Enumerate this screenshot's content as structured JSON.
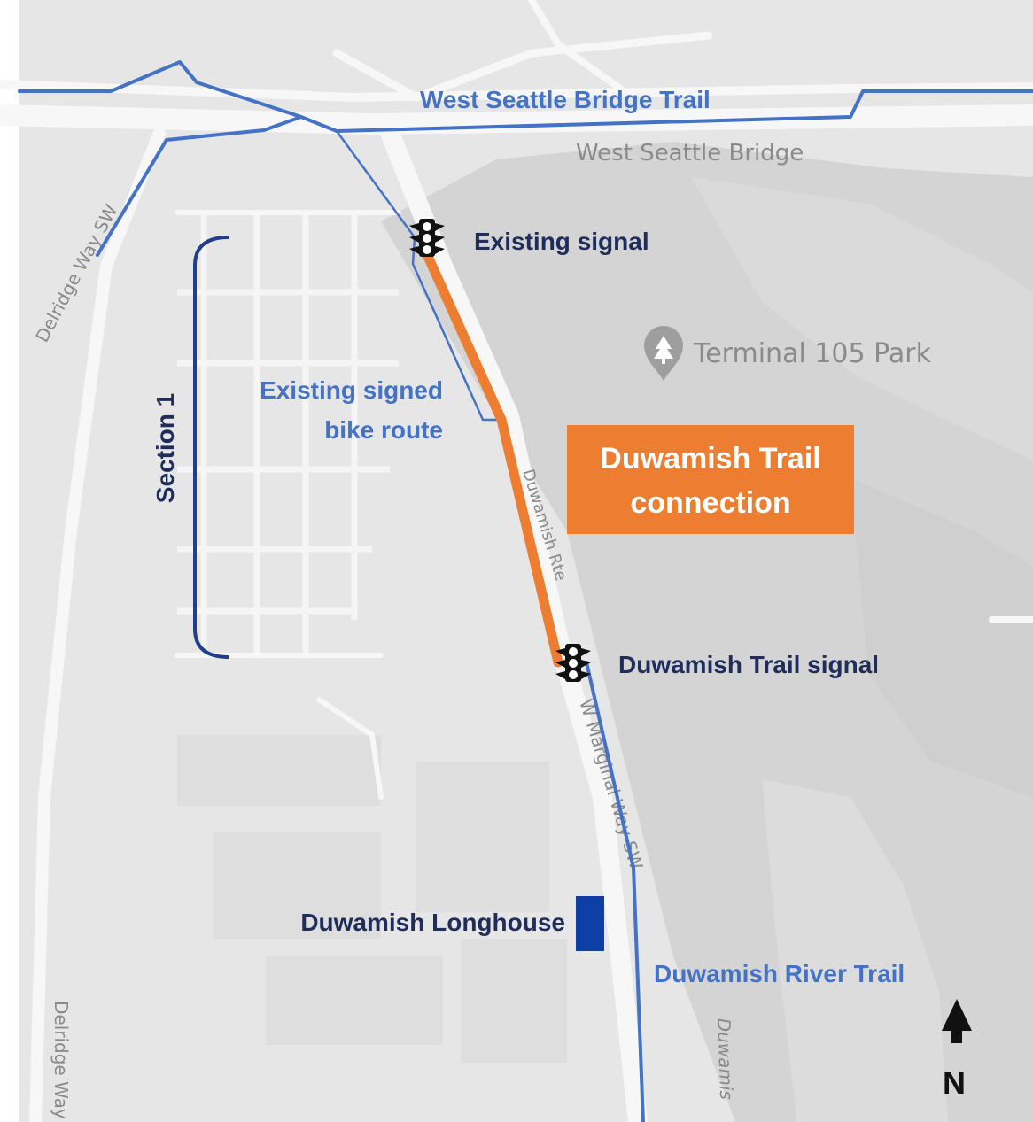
{
  "map": {
    "labels": {
      "west_seattle_bridge_trail": "West Seattle Bridge Trail",
      "west_seattle_bridge": "West Seattle Bridge",
      "existing_signal": "Existing signal",
      "terminal_park": "Terminal 105 Park",
      "existing_bike_route_line1": "Existing signed",
      "existing_bike_route_line2": "bike route",
      "section": "Section 1",
      "connection_line1": "Duwamish Trail",
      "connection_line2": "connection",
      "duwamish_trail_signal": "Duwamish Trail signal",
      "duwamish_rte": "Duwamish Rte",
      "w_marginal_way": "W Marginal Way SW",
      "delridge_way_top": "Delridge Way SW",
      "delridge_way_bottom": "Delridge Way",
      "duwamish_longhouse": "Duwamish Longhouse",
      "duwamish_river_trail": "Duwamish River Trail",
      "duwamish_waterway": "Duwamis",
      "north": "N"
    },
    "icons": {
      "traffic_signal": "traffic-light-icon",
      "park": "tree-pin-icon",
      "north_arrow": "arrow-up-icon",
      "longhouse": "building-marker"
    },
    "colors": {
      "trail_blue": "#4472c4",
      "navy_text": "#1f2d5a",
      "connection_orange": "#ed7d31",
      "longhouse_blue": "#0d3fa6",
      "bracket_navy": "#1f3f8a",
      "land": "#e5e5e5",
      "dark_land": "#d3d3d3",
      "road": "#f7f7f7"
    }
  }
}
